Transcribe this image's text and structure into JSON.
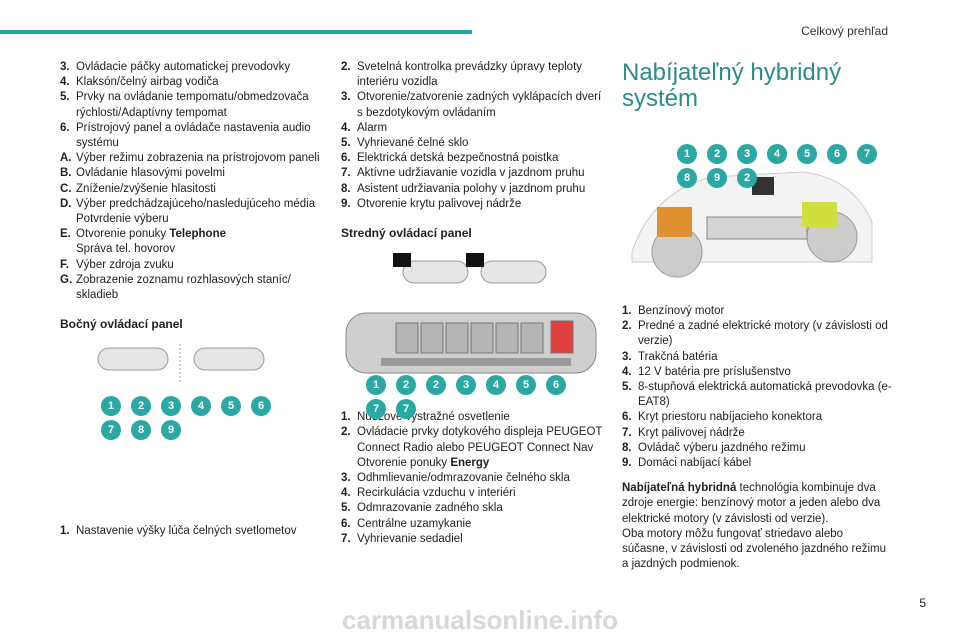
{
  "header": {
    "section": "Celkový prehľad"
  },
  "col1": {
    "items": [
      {
        "n": "3.",
        "t": "Ovládacie páčky automatickej prevodovky"
      },
      {
        "n": "4.",
        "t": "Klaksón/čelný airbag vodiča"
      },
      {
        "n": "5.",
        "t": "Prvky na ovládanie tempomatu/obmedzovača rýchlosti/Adaptívny tempomat"
      },
      {
        "n": "6.",
        "t": "Prístrojový panel a ovládače nastavenia audio systému"
      },
      {
        "n": "A.",
        "t": "Výber režimu zobrazenia na prístrojovom paneli"
      },
      {
        "n": "B.",
        "t": "Ovládanie hlasovými povelmi"
      },
      {
        "n": "C.",
        "t": "Zníženie/zvýšenie hlasitosti"
      },
      {
        "n": "D.",
        "t": "Výber predchádzajúceho/nasledujúceho média"
      },
      {
        "n": "",
        "t": "Potvrdenie výberu"
      },
      {
        "n": "E.",
        "t": "Otvorenie ponuky ",
        "b": "Telephone"
      },
      {
        "n": "",
        "t": "Správa tel. hovorov"
      },
      {
        "n": "F.",
        "t": "Výber zdroja zvuku"
      },
      {
        "n": "G.",
        "t": "Zobrazenie zoznamu rozhlasových staníc/ skladieb"
      }
    ],
    "heading": "Bočný ovládací panel",
    "bottom": {
      "n": "1.",
      "t": "Nastavenie výšky lúča čelných svetlometov"
    }
  },
  "col2": {
    "items": [
      {
        "n": "2.",
        "t": "Svetelná kontrolka prevádzky úpravy teploty interiéru vozidla"
      },
      {
        "n": "3.",
        "t": "Otvorenie/zatvorenie zadných vyklápacích dverí s bezdotykovým ovládaním"
      },
      {
        "n": "4.",
        "t": "Alarm"
      },
      {
        "n": "5.",
        "t": "Vyhrievané čelné sklo"
      },
      {
        "n": "6.",
        "t": "Elektrická detská bezpečnostná poistka"
      },
      {
        "n": "7.",
        "t": "Aktívne udržiavanie vozidla v jazdnom pruhu"
      },
      {
        "n": "8.",
        "t": "Asistent udržiavania polohy v jazdnom pruhu"
      },
      {
        "n": "9.",
        "t": "Otvorenie krytu palivovej nádrže"
      }
    ],
    "heading": "Stredný ovládací panel",
    "bottom": [
      {
        "n": "1.",
        "t": "Núdzové výstražné osvetlenie"
      },
      {
        "n": "2.",
        "t": "Ovládacie prvky dotykového displeja PEUGEOT Connect Radio alebo PEUGEOT Connect Nav"
      },
      {
        "n": "",
        "t": "Otvorenie ponuky ",
        "b": "Energy"
      },
      {
        "n": "3.",
        "t": "Odhmlievanie/odmrazovanie čelného skla"
      },
      {
        "n": "4.",
        "t": "Recirkulácia vzduchu v interiéri"
      },
      {
        "n": "5.",
        "t": "Odmrazovanie zadného skla"
      },
      {
        "n": "6.",
        "t": "Centrálne uzamykanie"
      },
      {
        "n": "7.",
        "t": "Vyhrievanie sedadiel"
      }
    ]
  },
  "col3": {
    "title": "Nabíjateľný hybridný systém",
    "items": [
      {
        "n": "1.",
        "t": "Benzínový motor"
      },
      {
        "n": "2.",
        "t": "Predné a zadné elektrické motory (v závislosti od verzie)"
      },
      {
        "n": "3.",
        "t": "Trakčná batéria"
      },
      {
        "n": "4.",
        "t": "12 V batéria pre príslušenstvo"
      },
      {
        "n": "5.",
        "t": "8-stupňová elektrická automatická prevodovka (e-EAT8)"
      },
      {
        "n": "6.",
        "t": "Kryt priestoru nabíjacieho konektora"
      },
      {
        "n": "7.",
        "t": "Kryt palivovej nádrže"
      },
      {
        "n": "8.",
        "t": "Ovládač výberu jazdného režimu"
      },
      {
        "n": "9.",
        "t": "Domáci nabíjací kábel"
      }
    ],
    "para1_bold": "Nabíjateľná hybridná",
    "para1_rest": " technológia kombinuje dva zdroje energie: benzínový motor a jeden alebo dva elektrické motory (v závislosti od verzie).",
    "para2": "Oba motory môžu fungovať striedavo alebo súčasne, v závislosti od zvoleného jazdného režimu a jazdných podmienok."
  },
  "side_panel_badges": [
    "1",
    "2",
    "3",
    "4",
    "5",
    "6",
    "7",
    "8",
    "9"
  ],
  "center_panel_badges": [
    "1",
    "2",
    "2",
    "3",
    "4",
    "5",
    "6",
    "7",
    "7"
  ],
  "hybrid_badges": [
    "1",
    "2",
    "3",
    "4",
    "5",
    "6",
    "7",
    "8",
    "9",
    "2"
  ],
  "page_number": "5",
  "footer": "carmanualsonline.info"
}
